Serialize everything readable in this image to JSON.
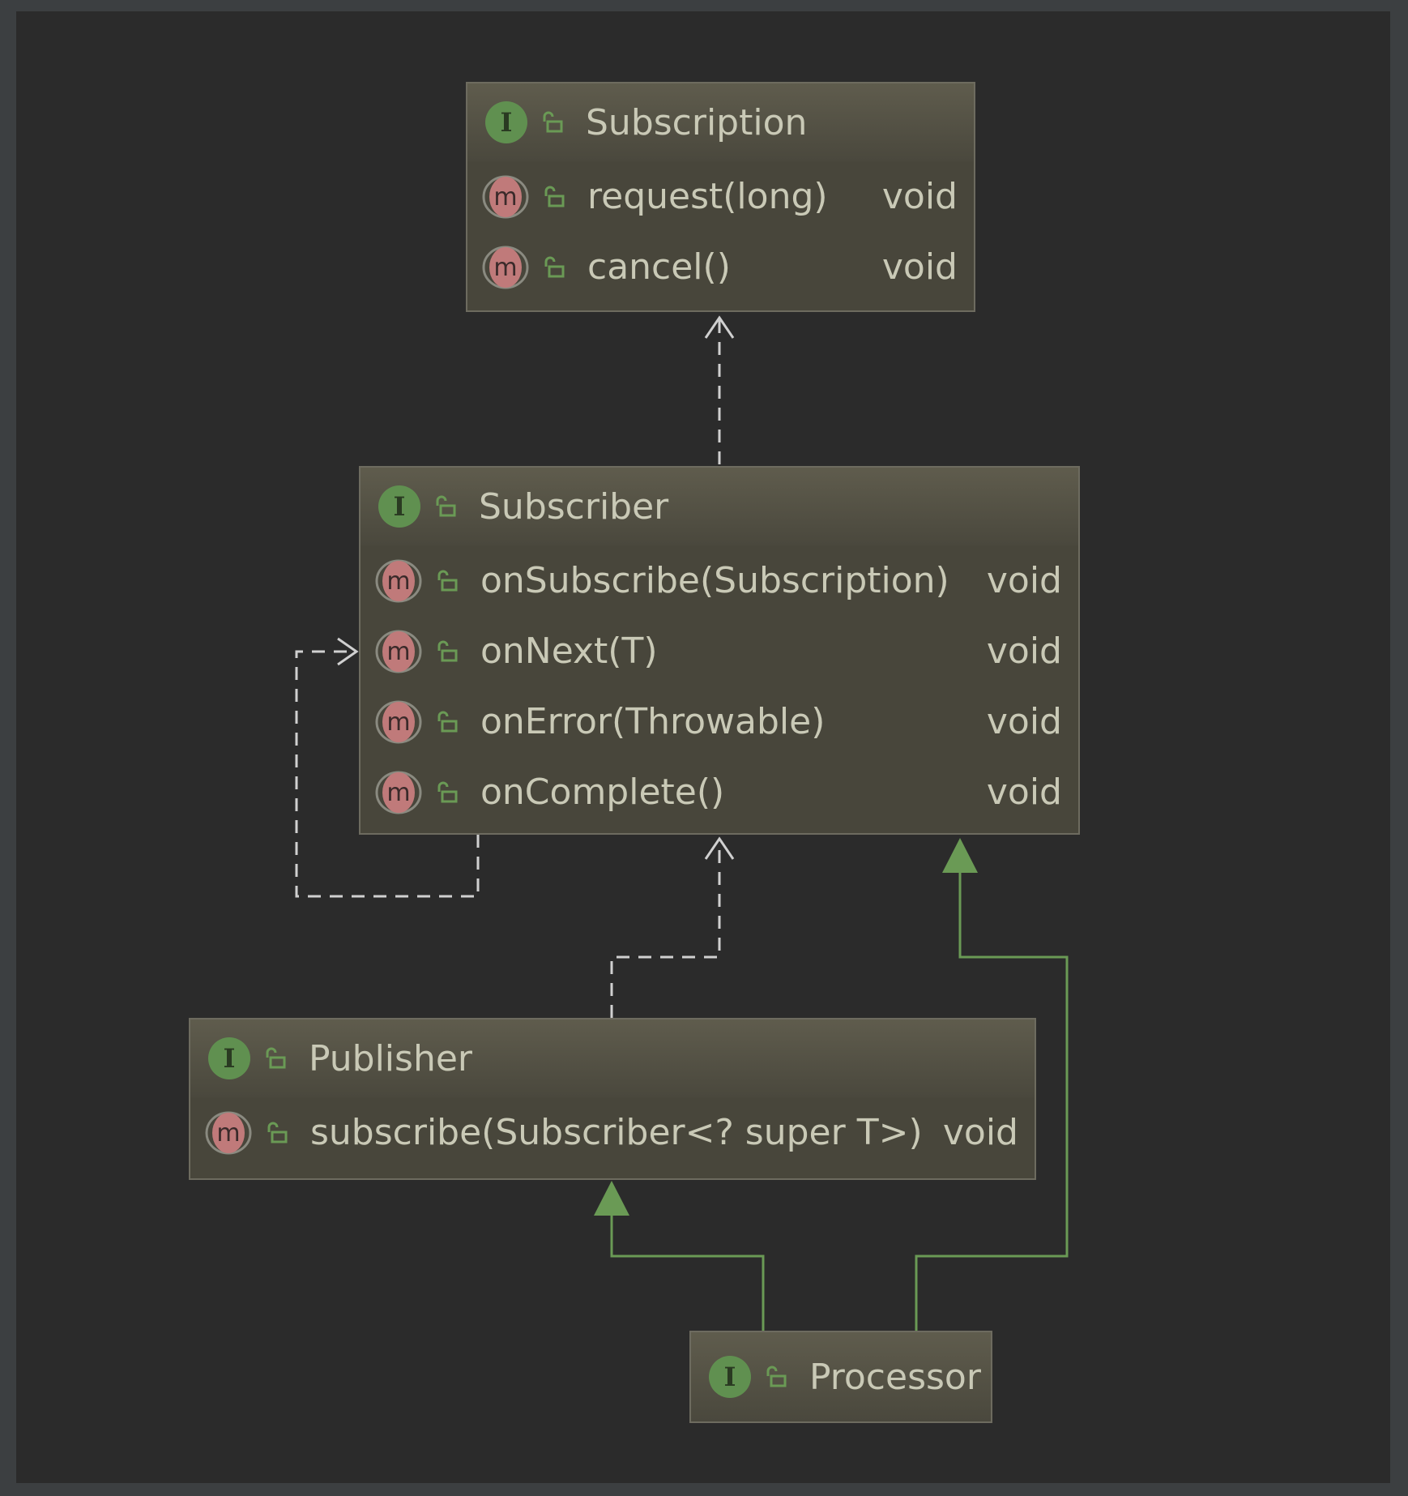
{
  "colors": {
    "background": "#2b2b2b",
    "node_fill": "#48463b",
    "node_border": "#6d6b5f",
    "text": "#c9c9b6",
    "interface_badge": "#609050",
    "method_badge": "#c07a7a",
    "public_lock": "#6a9a55",
    "dependency_edge": "#d0d0d0",
    "inheritance_edge": "#6a9a55"
  },
  "nodes": {
    "subscription": {
      "badge": "interface-icon",
      "title": "Subscription",
      "members": [
        {
          "name": "request(long)",
          "type": "void"
        },
        {
          "name": "cancel()",
          "type": "void"
        }
      ]
    },
    "subscriber": {
      "badge": "interface-icon",
      "title": "Subscriber",
      "members": [
        {
          "name": "onSubscribe(Subscription)",
          "type": "void"
        },
        {
          "name": "onNext(T)",
          "type": "void"
        },
        {
          "name": "onError(Throwable)",
          "type": "void"
        },
        {
          "name": "onComplete()",
          "type": "void"
        }
      ]
    },
    "publisher": {
      "badge": "interface-icon",
      "title": "Publisher",
      "members": [
        {
          "name": "subscribe(Subscriber<? super T>)",
          "type": "void"
        }
      ]
    },
    "processor": {
      "badge": "interface-icon",
      "title": "Processor",
      "members": []
    }
  },
  "edges": [
    {
      "from": "Subscriber",
      "to": "Subscription",
      "kind": "dependency"
    },
    {
      "from": "Subscriber",
      "to": "Subscriber",
      "kind": "dependency"
    },
    {
      "from": "Publisher",
      "to": "Subscriber",
      "kind": "dependency"
    },
    {
      "from": "Processor",
      "to": "Publisher",
      "kind": "inheritance"
    },
    {
      "from": "Processor",
      "to": "Subscriber",
      "kind": "inheritance"
    }
  ]
}
